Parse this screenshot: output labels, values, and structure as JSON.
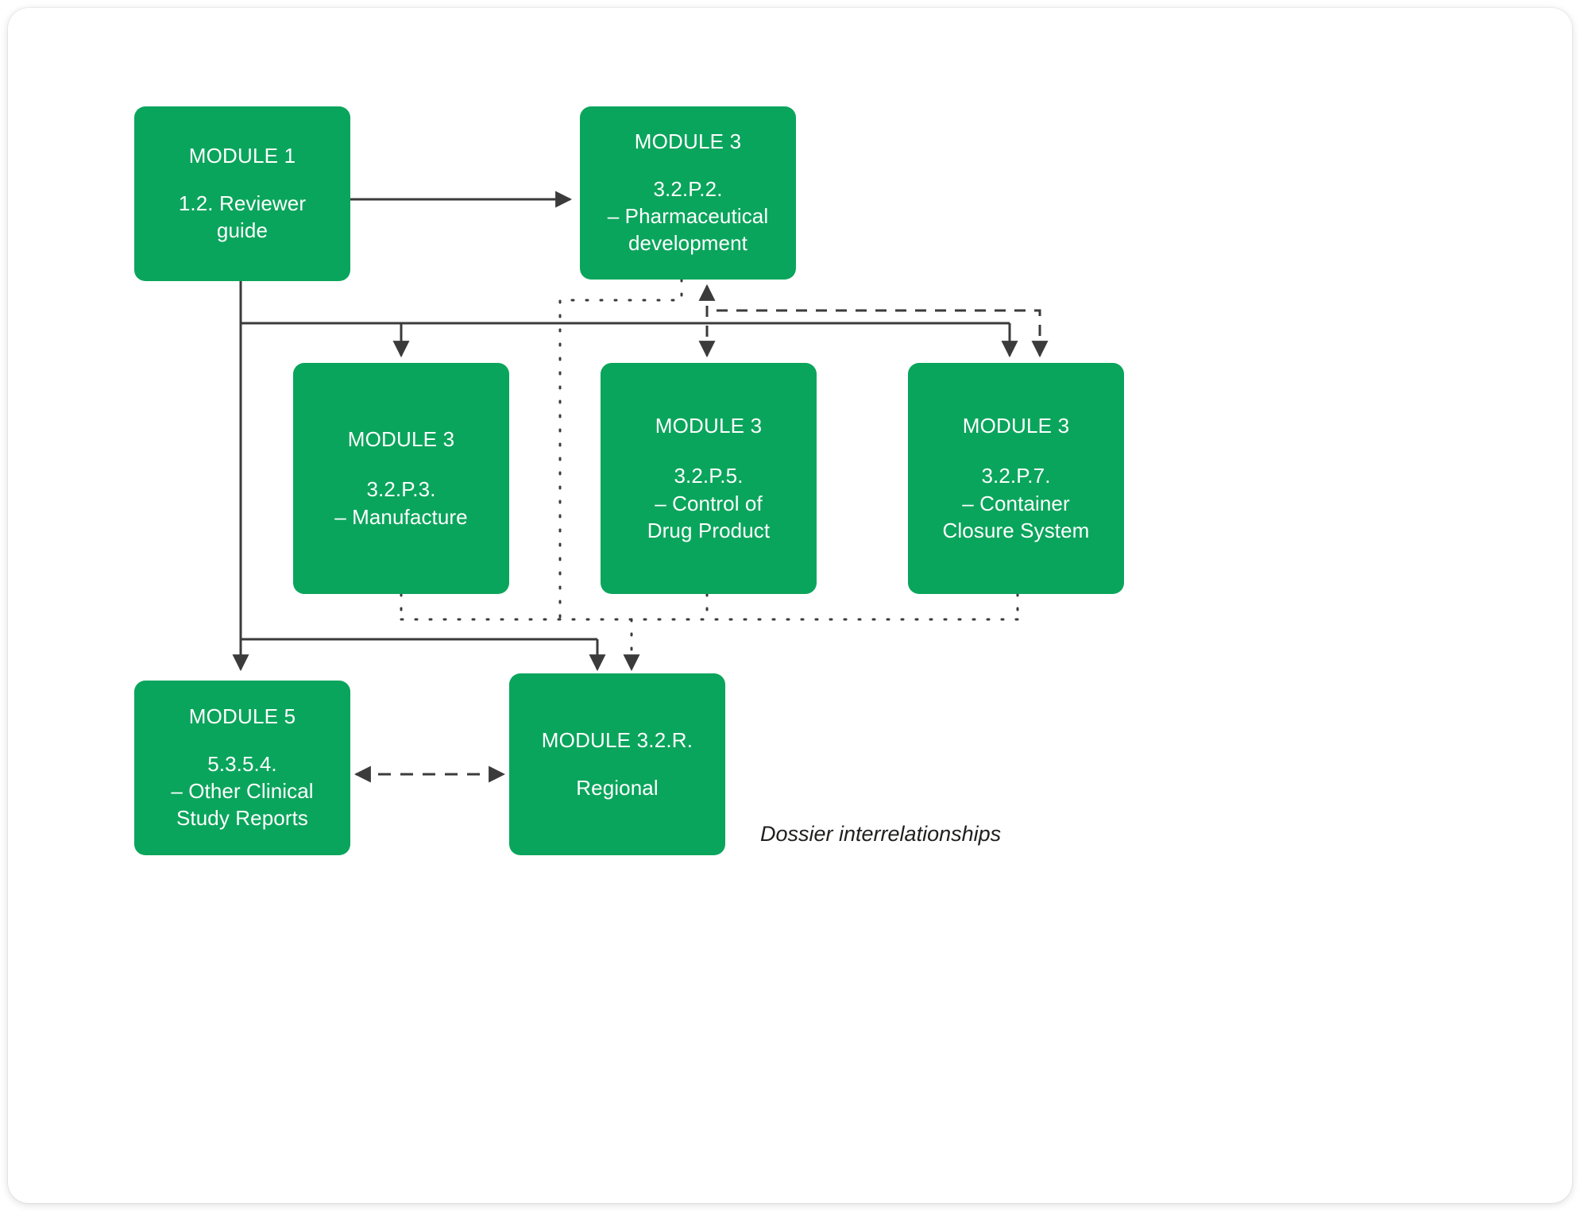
{
  "diagram": {
    "legend_label": "Dossier interrelationships",
    "accent_color": "#0aa55c",
    "edge_color": "#3b3b3b",
    "background_color": "#ffffff",
    "nodes": [
      {
        "id": "module1",
        "title": "MODULE 1",
        "sub": "1.2. Reviewer\nguide"
      },
      {
        "id": "module3_p2",
        "title": "MODULE 3",
        "sub": "3.2.P.2.\n– Pharmaceutical\ndevelopment"
      },
      {
        "id": "module3_p3",
        "title": "MODULE 3",
        "sub": "3.2.P.3.\n– Manufacture"
      },
      {
        "id": "module3_p5",
        "title": "MODULE 3",
        "sub": "3.2.P.5.\n– Control of\nDrug Product"
      },
      {
        "id": "module3_p7",
        "title": "MODULE 3",
        "sub": "3.2.P.7.\n– Container\nClosure System"
      },
      {
        "id": "module5",
        "title": "MODULE 5",
        "sub": "5.3.5.4.\n– Other Clinical\nStudy Reports"
      },
      {
        "id": "module32r",
        "title": "MODULE 3.2.R.",
        "sub": "Regional"
      }
    ]
  }
}
